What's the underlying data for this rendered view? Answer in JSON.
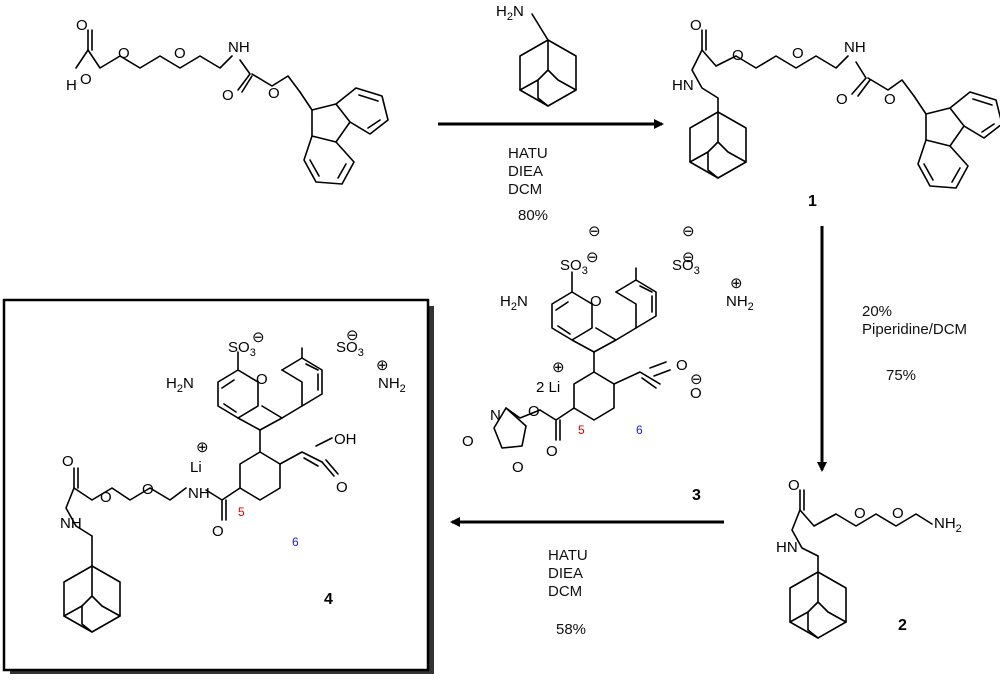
{
  "reagents": {
    "step1": [
      "HATU",
      "DIEA",
      "DCM"
    ],
    "step1_yield": "80%",
    "step2": [
      "20%",
      "Piperidine/DCM"
    ],
    "step2_yield": "75%",
    "step3": [
      "HATU",
      "DIEA",
      "DCM"
    ],
    "step3_yield": "58%"
  },
  "compounds": {
    "c1": "1",
    "c2": "2",
    "c3": "3",
    "c4": "4"
  },
  "counterions": {
    "c3": "2 Li",
    "c4": "Li"
  },
  "positions": {
    "five": "5",
    "six": "6"
  },
  "colors": {
    "position_5": "#e00000",
    "position_6": "#2020d0"
  }
}
